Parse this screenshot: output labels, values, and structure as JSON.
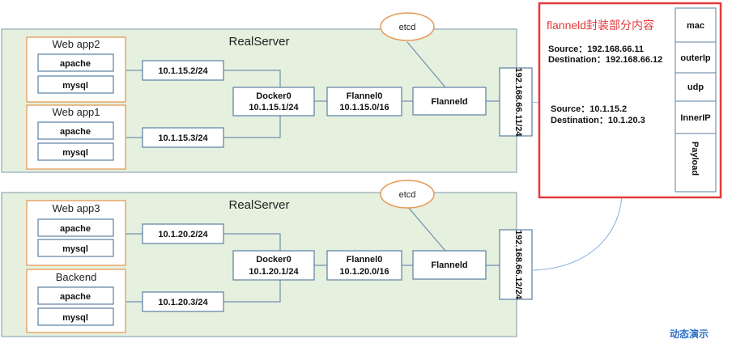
{
  "servers": [
    {
      "title": "RealServer",
      "etcd": "etcd",
      "apps": [
        {
          "name": "Web app2",
          "services": [
            "apache",
            "mysql"
          ],
          "ip": "10.1.15.2/24"
        },
        {
          "name": "Web app1",
          "services": [
            "apache",
            "mysql"
          ],
          "ip": "10.1.15.3/24"
        }
      ],
      "docker": {
        "name": "Docker0",
        "ip": "10.1.15.1/24"
      },
      "flannel0": {
        "name": "Flannel0",
        "ip": "10.1.15.0/16"
      },
      "flanneld": "Flanneld",
      "host_ip": "192.168.66.11/24"
    },
    {
      "title": "RealServer",
      "etcd": "etcd",
      "apps": [
        {
          "name": "Web app3",
          "services": [
            "apache",
            "mysql"
          ],
          "ip": "10.1.20.2/24"
        },
        {
          "name": "Backend",
          "services": [
            "apache",
            "mysql"
          ],
          "ip": "10.1.20.3/24"
        }
      ],
      "docker": {
        "name": "Docker0",
        "ip": "10.1.20.1/24"
      },
      "flannel0": {
        "name": "Flannel0",
        "ip": "10.1.20.0/16"
      },
      "flanneld": "Flanneld",
      "host_ip": "192.168.66.12/24"
    }
  ],
  "packet": {
    "title": "flanneld封装部分内容",
    "outer_source": "Source：192.168.66.11",
    "outer_destination": "Destination：192.168.66.12",
    "inner_source": "Source：10.1.15.2",
    "inner_destination": "Destination：10.1.20.3",
    "headers": [
      "mac",
      "outerIp",
      "udp",
      "InnerIP",
      "Payload"
    ]
  },
  "demo_link": "动态演示",
  "colors": {
    "server_fill": "#e6f0df",
    "app_border": "#e59a55",
    "box_border": "#5a7fa2",
    "packet_border": "#e23a3a",
    "link": "#2b6fc6"
  }
}
